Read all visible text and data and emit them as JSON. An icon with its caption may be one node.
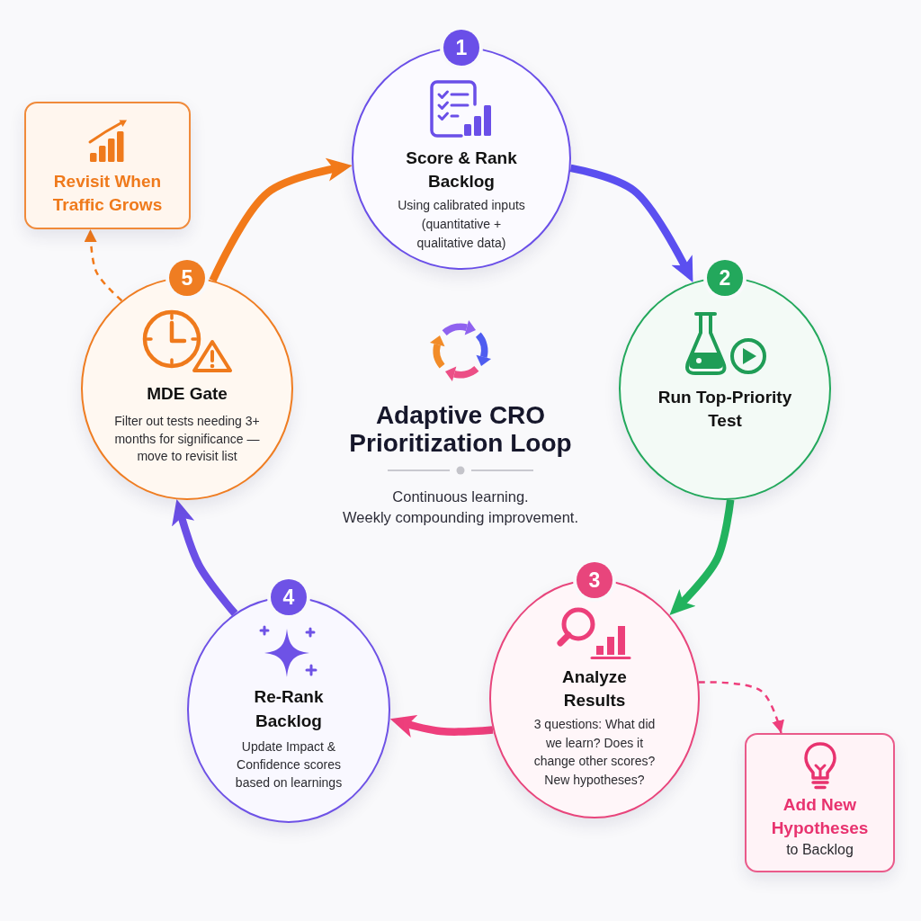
{
  "diagram": {
    "title": "Adaptive CRO Prioritization Loop",
    "nodes": [
      {
        "text": [
          "1",
          "Score & Rank Backlog",
          "Using calibrated inputs (quantitative + qualitative data)"
        ]
      },
      {
        "text": [
          "2",
          "Run Top-Priority Test"
        ]
      },
      {
        "text": [
          "3",
          "Analyze Results",
          "3 questions: What did we learn? Does it change other scores? New hypotheses?"
        ]
      },
      {
        "text": [
          "4",
          "Re-Rank Backlog",
          "Update Impact & Confidence scores based on learnings"
        ]
      },
      {
        "text": [
          "5",
          "MDE Gate",
          "Filter out tests needing 3+ months for significance — move to revisit list"
        ]
      },
      {
        "text": [
          "Revisit When Traffic Grows"
        ]
      },
      {
        "text": [
          "Add New Hypotheses",
          "to Backlog"
        ]
      }
    ],
    "edges": [
      {
        "from": 0,
        "to": 1,
        "arrow": "to",
        "color": "#5b4ff0"
      },
      {
        "from": 1,
        "to": 2,
        "arrow": "to",
        "color": "#22b35e"
      },
      {
        "from": 2,
        "to": 3,
        "arrow": "to",
        "color": "#ee3f7c"
      },
      {
        "from": 3,
        "to": 4,
        "arrow": "to",
        "color": "#6b4fe6"
      },
      {
        "from": 4,
        "to": 0,
        "arrow": "to",
        "color": "#f27a1a"
      },
      {
        "from": 4,
        "to": 5,
        "arrow": "to",
        "style": "dashed",
        "color": "#f27a1a"
      },
      {
        "from": 2,
        "to": 6,
        "arrow": "to",
        "style": "dashed",
        "color": "#ee3f7c"
      }
    ],
    "labels": [
      "Continuous learning.",
      "Weekly compounding improvement."
    ]
  }
}
